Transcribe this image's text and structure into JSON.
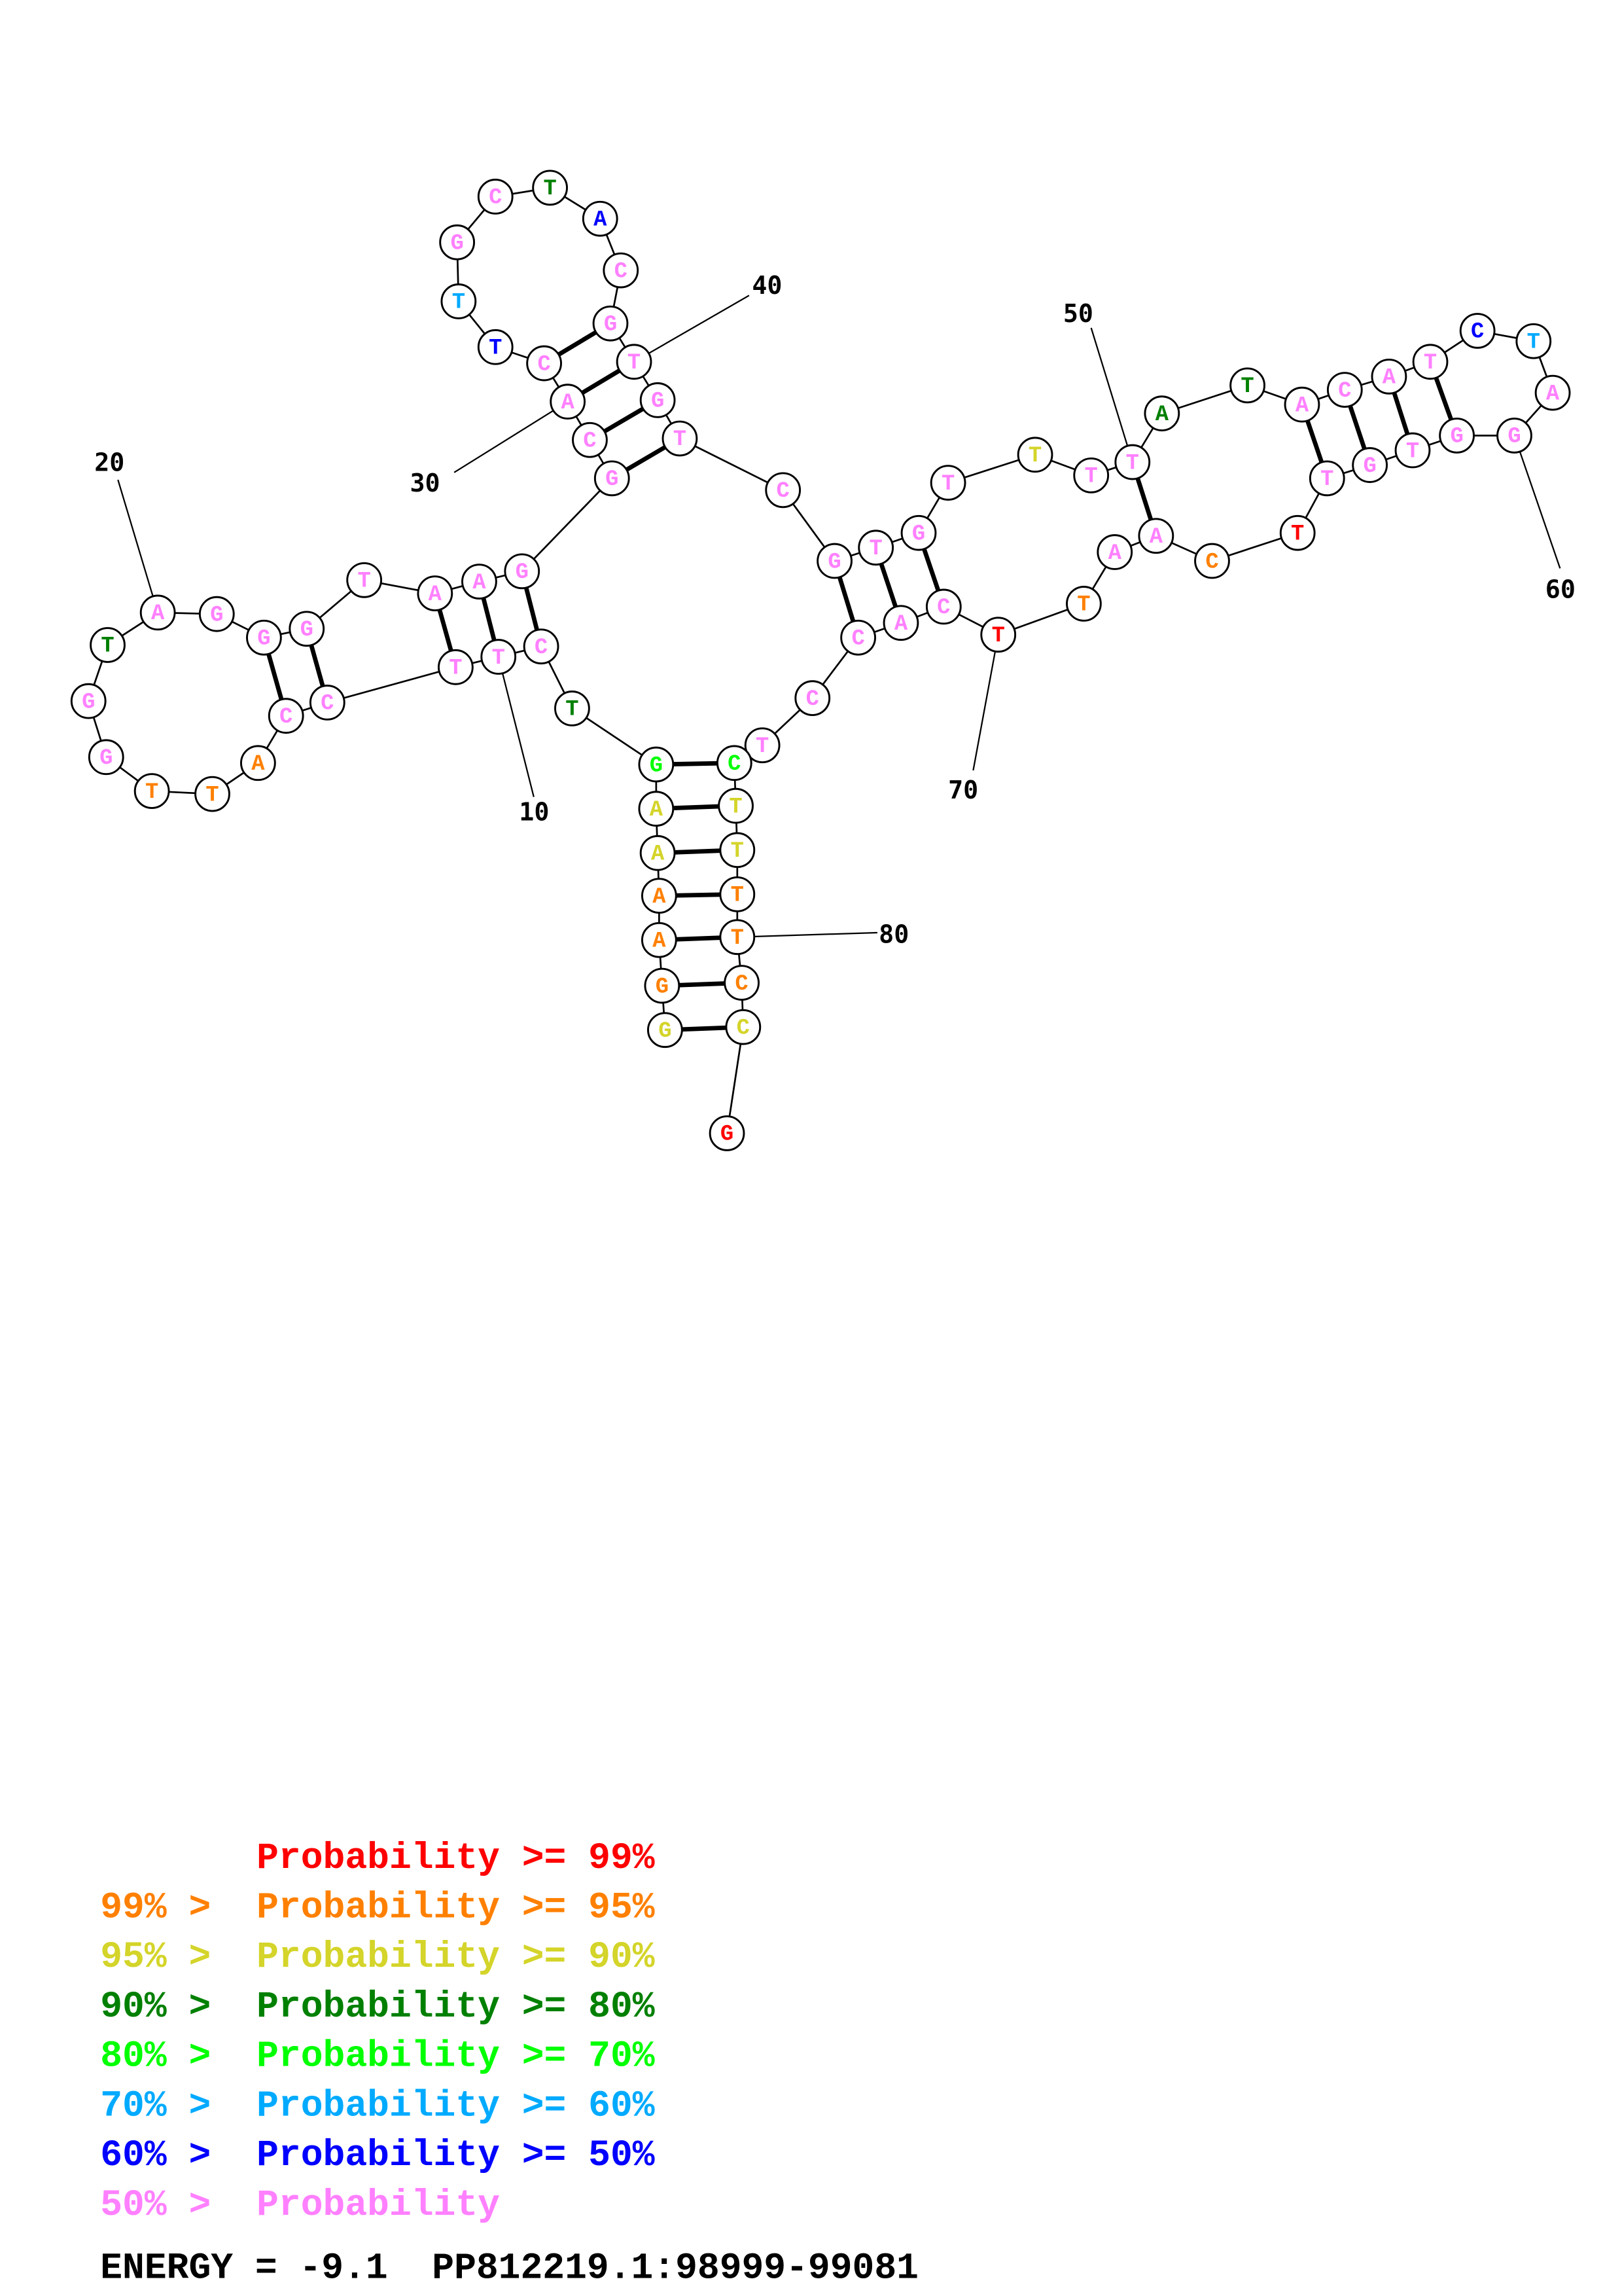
{
  "structure": {
    "sequence": "GGAAAAGTCTTCCATTGGTAGGGTAAGGCACTTGCTACGTGTCGTGTTTTATACATCTAGGTGTTCAATTCACCTCTTTTCCG",
    "probability_class_per_nucleotide": [
      2,
      1,
      1,
      1,
      2,
      2,
      4,
      3,
      7,
      7,
      7,
      7,
      7,
      1,
      1,
      1,
      7,
      7,
      3,
      7,
      7,
      7,
      7,
      7,
      7,
      7,
      7,
      7,
      7,
      7,
      7,
      6,
      5,
      7,
      7,
      3,
      6,
      7,
      7,
      7,
      7,
      7,
      7,
      7,
      7,
      7,
      7,
      2,
      7,
      7,
      3,
      3,
      7,
      7,
      7,
      7,
      6,
      5,
      7,
      7,
      7,
      7,
      7,
      7,
      0,
      1,
      7,
      7,
      1,
      0,
      7,
      7,
      7,
      7,
      7,
      4,
      2,
      2,
      1,
      1,
      1,
      2,
      0
    ],
    "pairs": [
      [
        1,
        82
      ],
      [
        2,
        81
      ],
      [
        3,
        80
      ],
      [
        4,
        79
      ],
      [
        5,
        78
      ],
      [
        6,
        77
      ],
      [
        7,
        76
      ],
      [
        9,
        27
      ],
      [
        10,
        26
      ],
      [
        11,
        25
      ],
      [
        12,
        23
      ],
      [
        13,
        22
      ],
      [
        28,
        42
      ],
      [
        29,
        41
      ],
      [
        30,
        40
      ],
      [
        31,
        39
      ],
      [
        44,
        73
      ],
      [
        45,
        72
      ],
      [
        46,
        71
      ],
      [
        50,
        67
      ],
      [
        53,
        64
      ],
      [
        54,
        63
      ],
      [
        55,
        62
      ],
      [
        56,
        61
      ]
    ],
    "position_labels": [
      "10",
      "20",
      "30",
      "40",
      "50",
      "60",
      "70",
      "80"
    ]
  },
  "legend": {
    "class_colors": [
      "#ff0000",
      "#ff8000",
      "#d4d42a",
      "#008000",
      "#00ff00",
      "#00aaff",
      "#0000ff",
      "#ff80ff"
    ],
    "lines": [
      {
        "prefix": "",
        "text": "Probability >= 99%"
      },
      {
        "prefix": "99% > ",
        "text": "Probability >= 95%"
      },
      {
        "prefix": "95% > ",
        "text": "Probability >= 90%"
      },
      {
        "prefix": "90% > ",
        "text": "Probability >= 80%"
      },
      {
        "prefix": "80% > ",
        "text": "Probability >= 70%"
      },
      {
        "prefix": "70% > ",
        "text": "Probability >= 60%"
      },
      {
        "prefix": "60% > ",
        "text": "Probability >= 50%"
      },
      {
        "prefix": "50% > ",
        "text": "Probability"
      }
    ]
  },
  "footer": {
    "energy": "ENERGY = -9.1  PP812219.1:98999-99081"
  }
}
